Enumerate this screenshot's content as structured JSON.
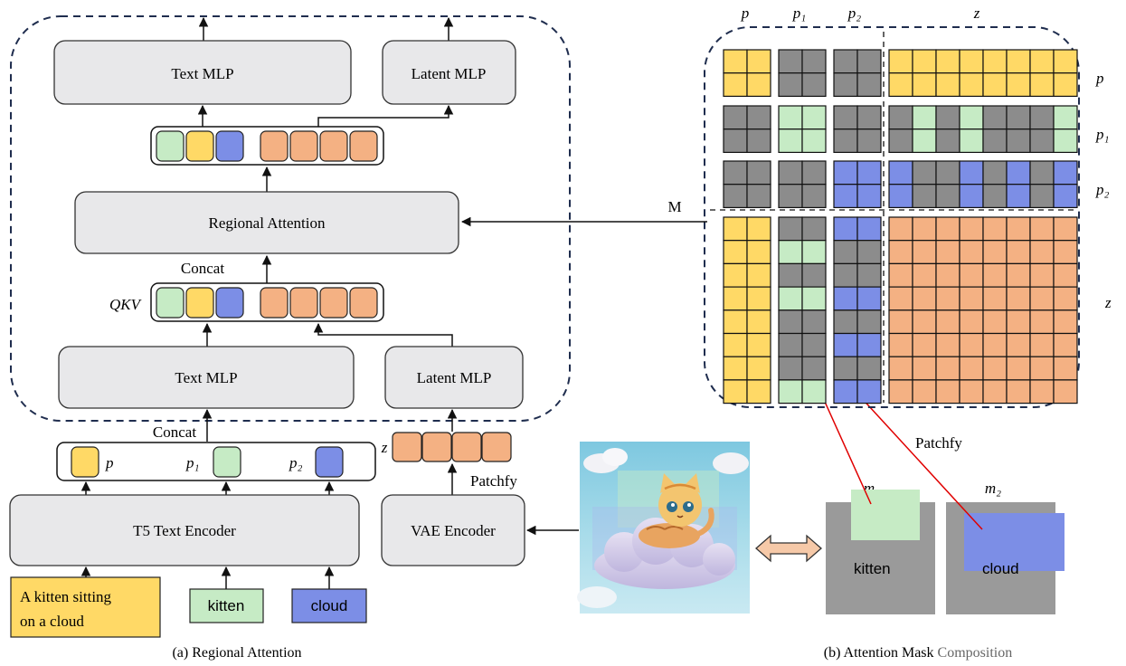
{
  "colors": {
    "yellow": "#FFD966",
    "green": "#C6EBC5",
    "blue": "#7C8EE6",
    "orange": "#F4B183",
    "gray": "#8C8C8C",
    "box_fill": "#E8E8EA",
    "dash": "#1F2D4E",
    "red": "#E00000",
    "mask_gray": "#9A9A9A",
    "mask_green": "#C6EBC5",
    "mask_blue": "#7C8EE6"
  },
  "left": {
    "text_mlp_top": "Text MLP",
    "latent_mlp_top": "Latent MLP",
    "regional_attention": "Regional Attention",
    "concat_top": "Concat",
    "qkv": "QKV",
    "text_mlp_bottom": "Text MLP",
    "latent_mlp_bottom": "Latent MLP",
    "concat_bottom": "Concat",
    "p": "p",
    "p1": "p₁",
    "p2": "p₂",
    "z": "z",
    "patchfy": "Patchfy",
    "t5_encoder": "T5 Text Encoder",
    "vae_encoder": "VAE Encoder",
    "prompt_line1": "A kitten sitting",
    "prompt_line2": "on a cloud",
    "kitten": "kitten",
    "cloud": "cloud",
    "caption": "(a) Regional Attention"
  },
  "right": {
    "col_p": "p",
    "col_p1": "p₁",
    "col_p2": "p₂",
    "col_z": "z",
    "row_p": "p",
    "row_p1": "p₁",
    "row_p2": "p₂",
    "row_z": "z",
    "m_label": "M",
    "patchfy": "Patchfy",
    "m1": "m₁",
    "m2": "m₂",
    "kitten": "kitten",
    "cloud": "cloud",
    "caption_a": "(b) Attention Mask ",
    "caption_b": "Composition"
  }
}
